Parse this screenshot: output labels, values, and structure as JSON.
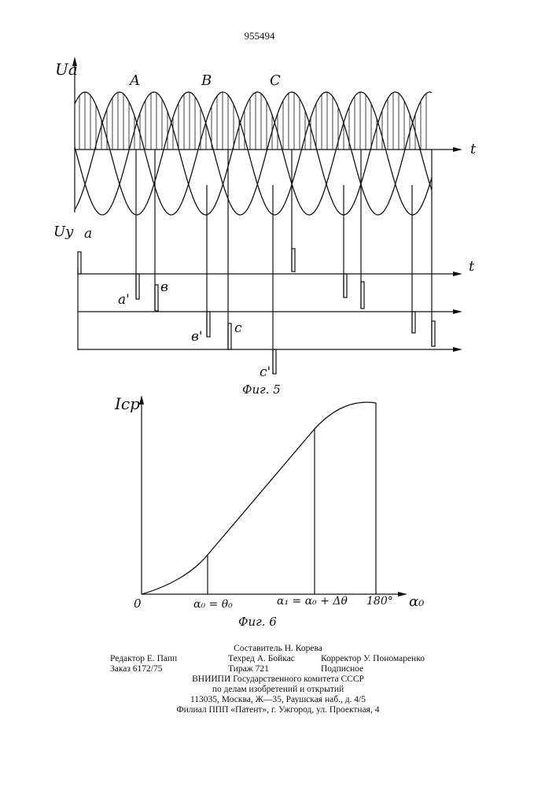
{
  "patent_number": "955494",
  "figure5": {
    "caption": "Фиг. 5",
    "ua_axis_label": "Ua",
    "uy_axis_label": "Uy",
    "time_label_top": "t",
    "time_label_mid": "t",
    "phase_labels": [
      "A",
      "B",
      "C"
    ],
    "pulse_labels": [
      "a",
      "a'",
      "в",
      "в'",
      "c",
      "c'"
    ]
  },
  "figure6": {
    "caption": "Фиг. 6",
    "y_axis_label": "Iср",
    "x_axis_label": "α₀",
    "origin_label": "0",
    "tick_labels": [
      "α₀ = θ₀",
      "α₁ = α₀ + Δθ",
      "180°"
    ]
  },
  "colophon": {
    "compiler": "Составитель Н. Корева",
    "editor": "Редактор Е. Папп",
    "techred": "Техред А. Бойкас",
    "corrector": "Корректор У. Пономаренко",
    "order": "Заказ 6172/75",
    "circulation": "Тираж 721",
    "subscription": "Подписное",
    "org_line1": "ВНИИПИ  Государственного  комитета  СССР",
    "org_line2": "по  делам  изобретений  и  открытий",
    "address": "113035,  Москва,  Ж—35,  Раушская  наб.,  д.  4/5",
    "branch": "Филиал  ППП  «Патент»,  г.  Ужгород,  ул.  Проектная,  4"
  }
}
